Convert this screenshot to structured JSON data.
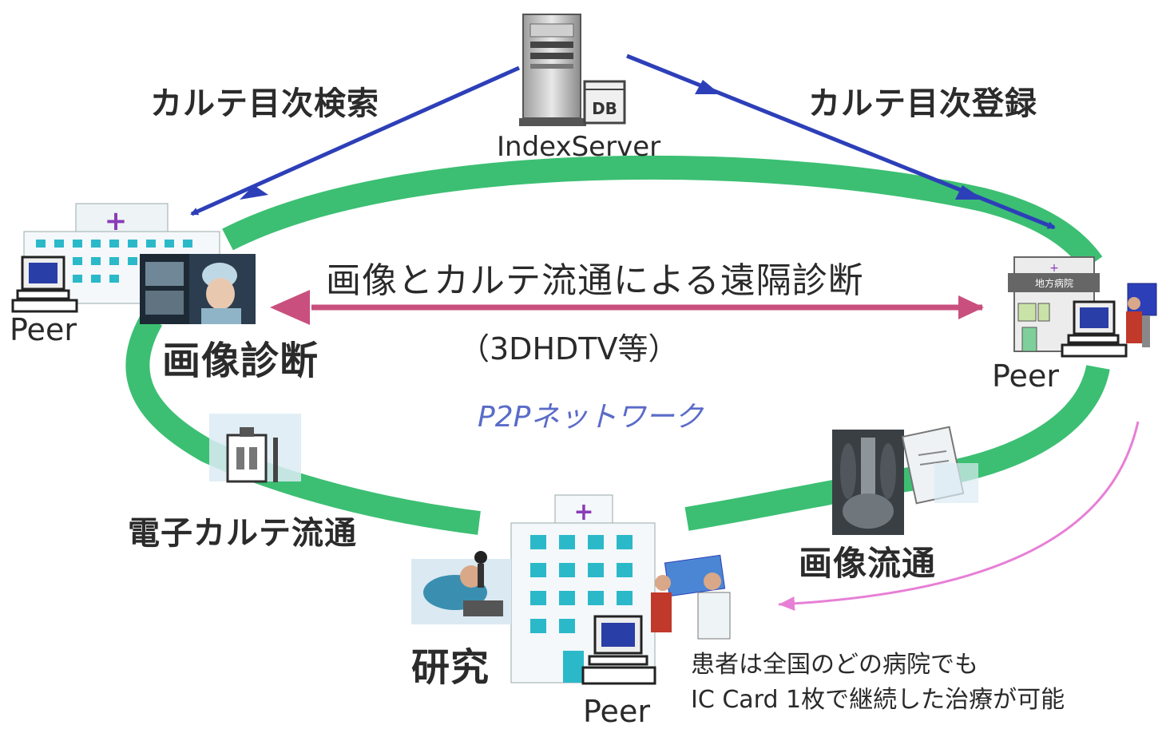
{
  "colors": {
    "ring": "#3cbf73",
    "blue_arrow": "#2d3fb8",
    "pink_arrow": "#c9507e",
    "magenta_curve": "#e77fd6",
    "p2p_text": "#5a6bc8",
    "cross": "#8a3bb8"
  },
  "labels": {
    "search": "カルテ目次検索",
    "register": "カルテ目次登録",
    "index_server": "IndexServer",
    "remote_diagnosis": "画像とカルテ流通による遠隔診断",
    "hdtv": "（3DHDTV等）",
    "image_diagnosis": "画像診断",
    "p2p_network": "P2Pネットワーク",
    "emr_distribution": "電子カルテ流通",
    "image_distribution": "画像流通",
    "research": "研究",
    "patient_note_line1": "患者は全国のどの病院でも",
    "patient_note_line2": "IC Card 1枚で継続した治療が可能",
    "sign_text": "地方病院",
    "db_label": "DB"
  },
  "peers": {
    "left": "Peer",
    "right": "Peer",
    "bottom": "Peer"
  },
  "icons": [
    "server-icon",
    "database-icon",
    "hospital-icon",
    "computer-icon",
    "doctor-photo",
    "clinic-icon",
    "patient-icon",
    "ic-card-icon",
    "xray-image",
    "chart-document-icon",
    "medical-record-icon",
    "researcher-photo"
  ]
}
